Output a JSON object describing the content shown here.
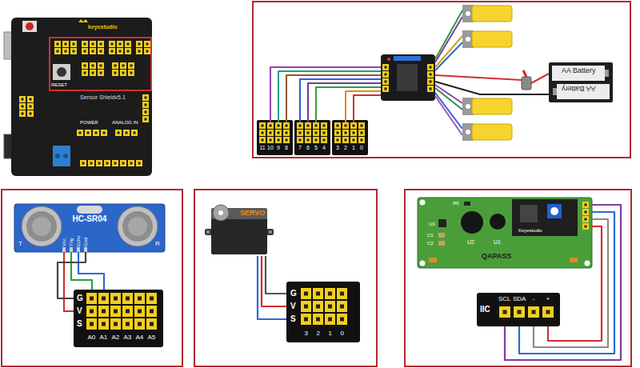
{
  "diagram": {
    "nodes": [
      {
        "text": [
          "keyestudio",
          "RESET",
          "Sensor Shieldv5.1",
          "POWER",
          "ANALOG IN"
        ]
      },
      {
        "text": [
          "AA Battery",
          "AA Battery"
        ]
      },
      {
        "text": [
          "11",
          "10",
          "9",
          "8"
        ]
      },
      {
        "text": [
          "7",
          "6",
          "5",
          "4"
        ]
      },
      {
        "text": [
          "3",
          "2",
          "1",
          "0"
        ]
      },
      {
        "text": [
          "HC-SR04",
          "T",
          "R",
          "Vcc",
          "Trig",
          "Echo",
          "Gnd"
        ]
      },
      {
        "text": [
          "G",
          "V",
          "S",
          "A0",
          "A1",
          "A2",
          "A3",
          "A4",
          "A5"
        ]
      },
      {
        "text": [
          "SERVO"
        ]
      },
      {
        "text": [
          "G",
          "V",
          "S",
          "3",
          "2",
          "1",
          "0"
        ]
      },
      {
        "text": [
          "R6",
          "U3",
          "C1",
          "C2",
          "U2",
          "U1",
          "Keyestudio",
          "QAPASS"
        ]
      },
      {
        "text": [
          "IIC",
          "SCL",
          "SDA",
          "-",
          "+"
        ]
      }
    ],
    "edges": [
      {
        "from": 5,
        "to": 6,
        "arrow": "none"
      },
      {
        "from": 5,
        "to": 6,
        "arrow": "none"
      },
      {
        "from": 5,
        "to": 6,
        "arrow": "none"
      },
      {
        "from": 5,
        "to": 6,
        "arrow": "none"
      },
      {
        "from": 7,
        "to": 8,
        "arrow": "none"
      },
      {
        "from": 7,
        "to": 8,
        "arrow": "none"
      },
      {
        "from": 7,
        "to": 8,
        "arrow": "none"
      },
      {
        "from": 9,
        "to": 10,
        "arrow": "none"
      },
      {
        "from": 9,
        "to": 10,
        "arrow": "none"
      },
      {
        "from": 9,
        "to": 10,
        "arrow": "none"
      },
      {
        "from": 9,
        "to": 10,
        "arrow": "none"
      }
    ]
  }
}
